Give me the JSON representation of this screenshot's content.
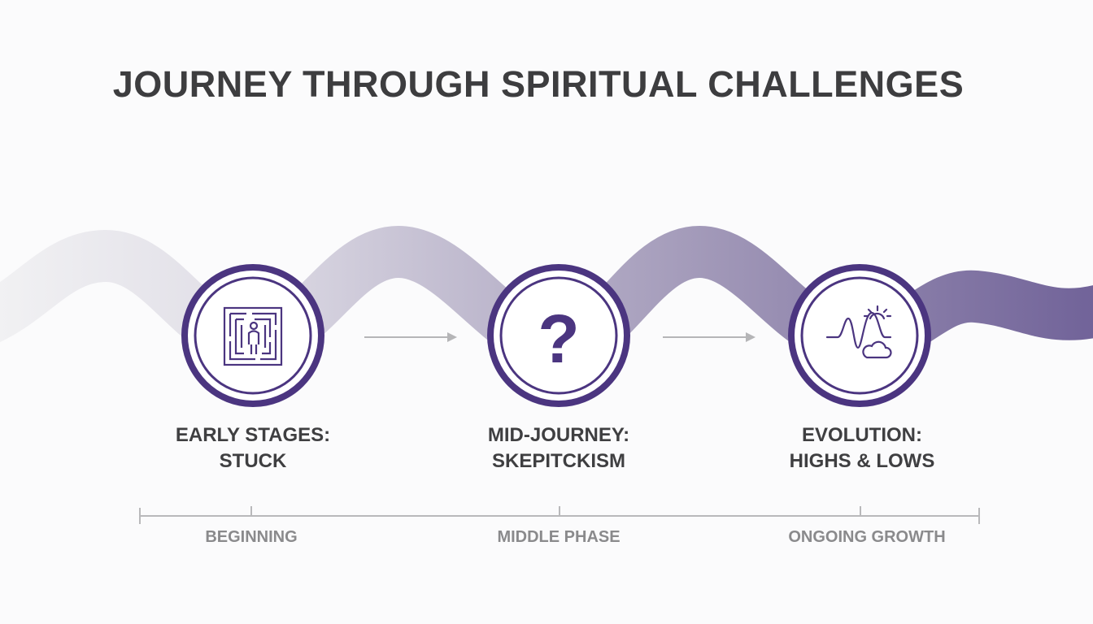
{
  "title": "JOURNEY THROUGH SPIRITUAL CHALLENGES",
  "colors": {
    "ring": "#4b3580",
    "title_text": "#3d3d3f",
    "stage_text": "#3f3f41",
    "timeline_text": "#8a8a8c",
    "timeline_line": "#b9b9bb",
    "arrow": "#b5b5b7",
    "wave_start": "#ededf0",
    "wave_mid": "#c5c0d3",
    "wave_end": "#74679a"
  },
  "stages": [
    {
      "label_line1": "EARLY STAGES:",
      "label_line2": "STUCK",
      "icon": "maze-person-icon"
    },
    {
      "label_line1": "MID-JOURNEY:",
      "label_line2": "SKEPITCKISM",
      "icon": "question-mark-icon"
    },
    {
      "label_line1": "EVOLUTION:",
      "label_line2": "HIGHS & LOWS",
      "icon": "wave-sun-cloud-icon"
    }
  ],
  "icons": {
    "question_glyph": "?"
  },
  "timeline": {
    "phases": [
      "BEGINNING",
      "MIDDLE PHASE",
      "ONGOING GROWTH"
    ]
  }
}
